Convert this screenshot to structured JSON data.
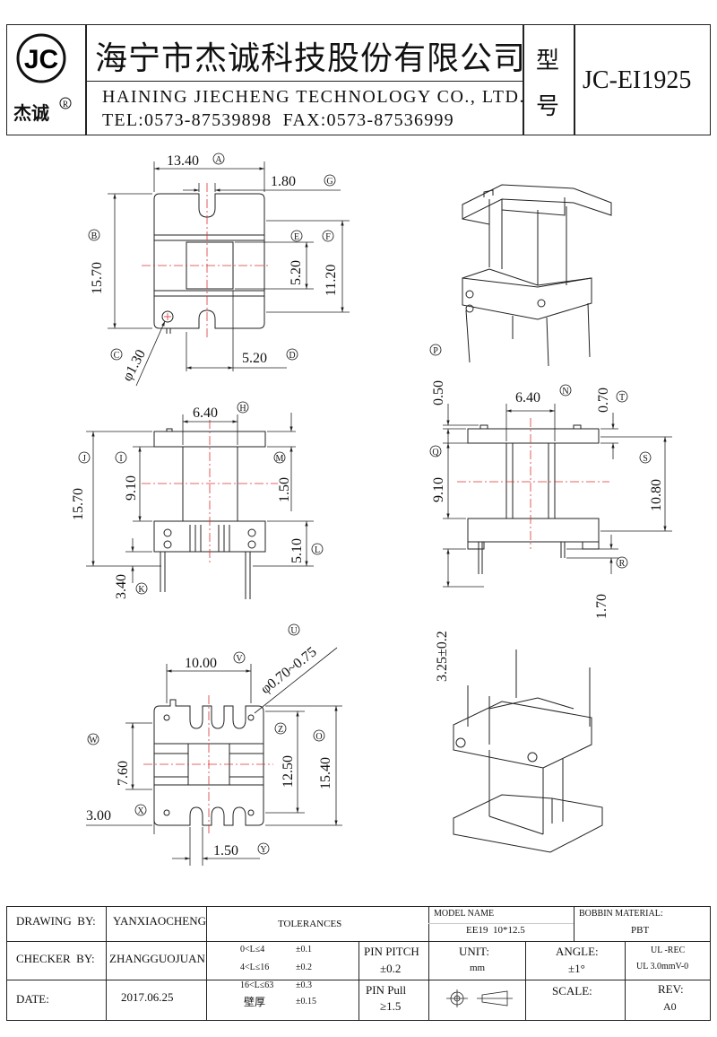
{
  "header": {
    "logo_letters": "JC",
    "logo_cn": "杰诚",
    "logo_reg": "R",
    "company_cn": "海宁市杰诚科技股份有限公司",
    "company_en": "HAINING JIECHENG TECHNOLOGY CO., LTD.",
    "contact": "TEL:0573-87539898  FAX:0573-87536999",
    "model_label_1": "型",
    "model_label_2": "号",
    "model": "JC-EI1925"
  },
  "dims": {
    "A": "13.40",
    "A_tag": "A",
    "G": "1.80",
    "G_tag": "G",
    "B": "15.70",
    "B_tag": "B",
    "E": "5.20",
    "E_tag": "E",
    "F": "11.20",
    "F_tag": "F",
    "C": "1.30",
    "C_prefix": "φ",
    "C_tag": "C",
    "D": "5.20",
    "D_tag": "D",
    "H": "6.40",
    "H_tag": "H",
    "J": "15.70",
    "J_tag": "J",
    "I": "9.10",
    "I_tag": "I",
    "M": "1.50",
    "M_tag": "M",
    "L": "5.10",
    "L_tag": "L",
    "K": "3.40",
    "K_tag": "K",
    "P": "0.50",
    "P_tag": "P",
    "N": "6.40",
    "N_tag": "N",
    "T": "0.70",
    "T_tag": "T",
    "Q": "9.10",
    "Q_tag": "Q",
    "S": "10.80",
    "S_tag": "S",
    "R": "1.70",
    "R_tag": "R",
    "pin_len": "3.25±0.2",
    "V": "10.00",
    "V_tag": "V",
    "U": "φ0.70~0.75",
    "U_tag": "U",
    "W": "7.60",
    "W_tag": "W",
    "Z": "12.50",
    "Z_tag": "Z",
    "O": "15.40",
    "O_tag": "O",
    "X": "3.00",
    "X_tag": "X",
    "Y": "1.50",
    "Y_tag": "Y"
  },
  "title_block": {
    "drawing_by_label": "DRAWING  BY:",
    "drawing_by": "YANXIAOCHENG",
    "checker_by_label": "CHECKER  BY:",
    "checker_by": "ZHANGGUOJUAN",
    "date_label": "DATE:",
    "date": "2017.06.25",
    "tolerances_label": "TOLERANCES",
    "tol_row1_range": "0<L≤4",
    "tol_row1_val": "±0.1",
    "tol_row2_range": "4<L≤16",
    "tol_row2_val": "±0.2",
    "tol_row3_range": "16<L≤63",
    "tol_row3_val": "±0.3",
    "tol_row4_range": "壁厚",
    "tol_row4_val": "±0.15",
    "pin_pitch_label": "PIN PITCH",
    "pin_pitch": "±0.2",
    "pin_pull_label": "PIN Pull",
    "pin_pull": "≥1.5",
    "model_name_label": "MODEL NAME",
    "model_name": "EE19  10*12.5",
    "unit_label": "UNIT:",
    "unit": "mm",
    "angle_label": "ANGLE:",
    "angle": "±1°",
    "scale_label": "SCALE:",
    "bobbin_label": "BOBBIN MATERIAL:",
    "bobbin": "PBT",
    "ul_1": "UL -REC",
    "ul_2": "UL  3.0mmV-0",
    "rev_label": "REV:",
    "rev": "A0"
  }
}
